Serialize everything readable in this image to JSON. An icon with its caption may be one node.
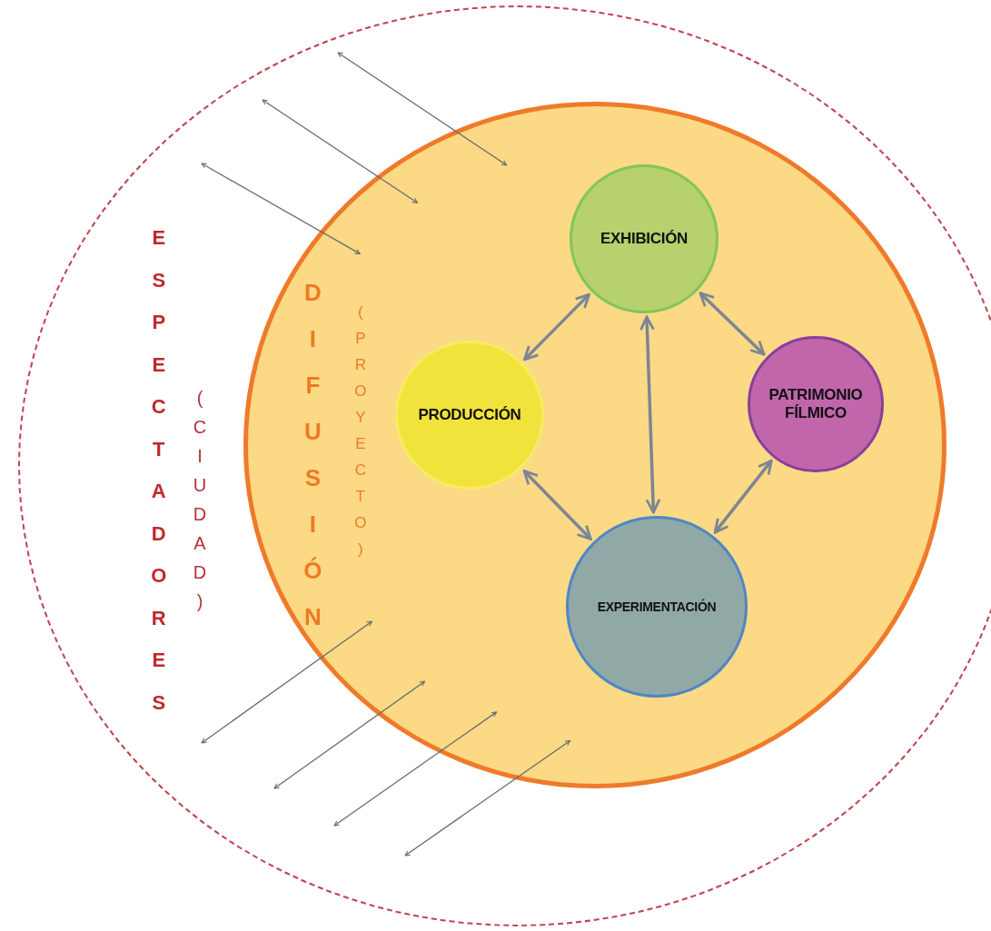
{
  "diagram": {
    "nodes": [
      {
        "text": [
          "ESPECTADORES",
          "(CIUDAD)"
        ]
      },
      {
        "text": [
          "DIFUSIÓN",
          "(PROYECTO)"
        ],
        "in": 0
      },
      {
        "text": [
          "EXHIBICIÓN"
        ],
        "in": 1
      },
      {
        "text": [
          "PRODUCCIÓN"
        ],
        "in": 1
      },
      {
        "text": [
          "PATRIMONIO FÍLMICO"
        ],
        "in": 1
      },
      {
        "text": [
          "EXPERIMENTACIÓN"
        ],
        "in": 1
      }
    ],
    "edges": [
      {
        "from": null,
        "to": 1,
        "arrow": "both"
      },
      {
        "from": null,
        "to": 1,
        "arrow": "both"
      },
      {
        "from": null,
        "to": 1,
        "arrow": "both"
      },
      {
        "from": null,
        "to": 1,
        "arrow": "both"
      },
      {
        "from": null,
        "to": 1,
        "arrow": "both"
      },
      {
        "from": null,
        "to": 1,
        "arrow": "both"
      },
      {
        "from": null,
        "to": 1,
        "arrow": "both"
      },
      {
        "from": 2,
        "to": 3,
        "arrow": "both",
        "style": "thick"
      },
      {
        "from": 2,
        "to": 4,
        "arrow": "both",
        "style": "thick"
      },
      {
        "from": 2,
        "to": 5,
        "arrow": "both",
        "style": "thick"
      },
      {
        "from": 3,
        "to": 5,
        "arrow": "both",
        "style": "thick"
      },
      {
        "from": 4,
        "to": 5,
        "arrow": "both",
        "style": "thick"
      }
    ]
  }
}
